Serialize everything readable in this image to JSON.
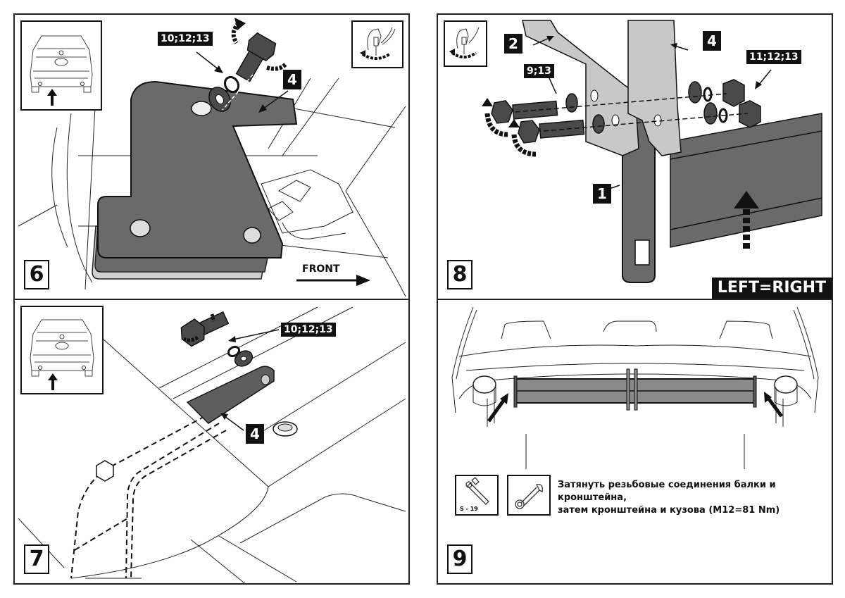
{
  "steps": [
    {
      "number": "6",
      "part_tag": "4",
      "hardware_tag": "10;12;13",
      "direction_label": "FRONT",
      "inset_vehicle_icon": "car-rear-view-icon",
      "inset_action_icon": "hand-tighten-icon"
    },
    {
      "number": "7",
      "part_tag": "4",
      "hardware_tag": "10;12;13",
      "inset_vehicle_icon": "car-rear-view-icon"
    },
    {
      "number": "8",
      "part_tags": [
        "1",
        "2",
        "4"
      ],
      "bolt_tag": "9;13",
      "nut_tag": "11;12;13",
      "symmetry_label": "LEFT=RIGHT",
      "inset_action_icon": "hand-tighten-icon"
    },
    {
      "number": "9",
      "tools": [
        {
          "icon": "socket-wrench-icon",
          "label": "S - 19"
        },
        {
          "icon": "open-end-wrench-icon",
          "label": ""
        }
      ],
      "instruction_lines": [
        "Затянуть резьбовые соединения балки и кронштейна,",
        "затем кронштейна и кузова (M12=81 Nm)"
      ]
    }
  ],
  "colors": {
    "part_dark": "#5e5e60",
    "part_mid": "#8a8a8c",
    "part_light": "#c8c8c8",
    "ink": "#111111"
  }
}
